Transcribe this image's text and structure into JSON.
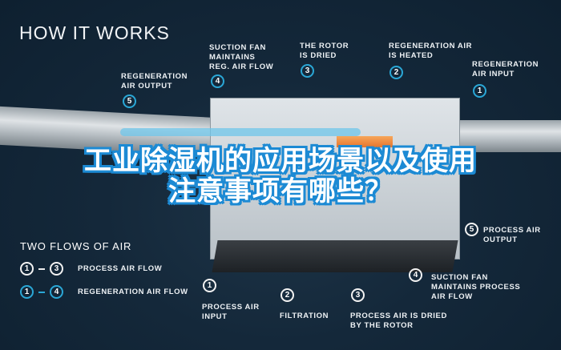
{
  "header": {
    "title": "HOW IT WORKS"
  },
  "overlay_title": "工业除湿机的应用场景以及使用注意事项有哪些？",
  "top_callouts": [
    {
      "num": "5",
      "text": "REGENERATION\nAIR OUTPUT"
    },
    {
      "num": "4",
      "text": "SUCTION FAN\nMAINTAINS\nREG. AIR FLOW"
    },
    {
      "num": "3",
      "text": "THE ROTOR\nIS DRIED"
    },
    {
      "num": "2",
      "text": "REGENERATION AIR\nIS HEATED"
    },
    {
      "num": "1",
      "text": "REGENERATION\nAIR INPUT"
    }
  ],
  "bottom_callouts": [
    {
      "num": "1",
      "text": "PROCESS AIR\nINPUT"
    },
    {
      "num": "2",
      "text": "FILTRATION"
    },
    {
      "num": "3",
      "text": "PROCESS AIR IS DRIED\nBY THE ROTOR"
    },
    {
      "num": "4",
      "text": "SUCTION FAN\nMAINTAINS PROCESS\nAIR FLOW"
    },
    {
      "num": "5",
      "text": "PROCESS AIR\nOUTPUT"
    }
  ],
  "legend": {
    "title": "TWO FLOWS OF AIR",
    "rows": [
      {
        "from": "1",
        "to": "3",
        "label": "PROCESS AIR FLOW",
        "color": "#f2f2f2"
      },
      {
        "from": "1",
        "to": "4",
        "label": "REGENERATION AIR FLOW",
        "color": "#2aa7d6"
      }
    ]
  },
  "colors": {
    "accent": "#2aa7d6",
    "overlay_stroke": "#1c8ad4",
    "background": "#14283a"
  }
}
